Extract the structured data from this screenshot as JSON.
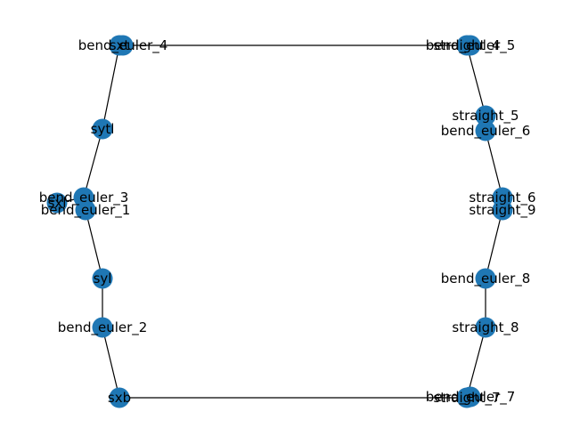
{
  "graph": {
    "node_color": "#1f77b4",
    "edge_color": "#000000",
    "label_color": "#000000",
    "nodes": [
      {
        "id": "sxt",
        "label": "sxt"
      },
      {
        "id": "bend_euler_4",
        "label": "bend_euler_4"
      },
      {
        "id": "sytl",
        "label": "sytl"
      },
      {
        "id": "bend_euler_3",
        "label": "bend_euler_3"
      },
      {
        "id": "sxl",
        "label": "sxl"
      },
      {
        "id": "bend_euler_1",
        "label": "bend_euler_1"
      },
      {
        "id": "syl",
        "label": "syl"
      },
      {
        "id": "bend_euler_2",
        "label": "bend_euler_2"
      },
      {
        "id": "sxb",
        "label": "sxb"
      },
      {
        "id": "straight_7",
        "label": "straight_7"
      },
      {
        "id": "bend_euler_7",
        "label": "bend_euler_7"
      },
      {
        "id": "straight_8",
        "label": "straight_8"
      },
      {
        "id": "bend_euler_8",
        "label": "bend_euler_8"
      },
      {
        "id": "straight_9",
        "label": "straight_9"
      },
      {
        "id": "straight_6",
        "label": "straight_6"
      },
      {
        "id": "bend_euler_6",
        "label": "bend_euler_6"
      },
      {
        "id": "straight_5",
        "label": "straight_5"
      },
      {
        "id": "bend_euler_5",
        "label": "bend_euler_5"
      },
      {
        "id": "straight_4",
        "label": "straight_4"
      }
    ],
    "edges": [
      [
        "sxt",
        "straight_4"
      ],
      [
        "sxt",
        "sytl"
      ],
      [
        "sytl",
        "bend_euler_3"
      ],
      [
        "bend_euler_3",
        "sxl"
      ],
      [
        "bend_euler_1",
        "syl"
      ],
      [
        "syl",
        "bend_euler_2"
      ],
      [
        "bend_euler_2",
        "sxb"
      ],
      [
        "sxb",
        "straight_7"
      ],
      [
        "straight_7",
        "straight_8"
      ],
      [
        "straight_8",
        "bend_euler_8"
      ],
      [
        "bend_euler_8",
        "straight_9"
      ],
      [
        "straight_6",
        "bend_euler_6"
      ],
      [
        "bend_euler_6",
        "straight_5"
      ],
      [
        "straight_5",
        "straight_4"
      ],
      [
        "straight_9",
        "straight_6"
      ]
    ]
  }
}
